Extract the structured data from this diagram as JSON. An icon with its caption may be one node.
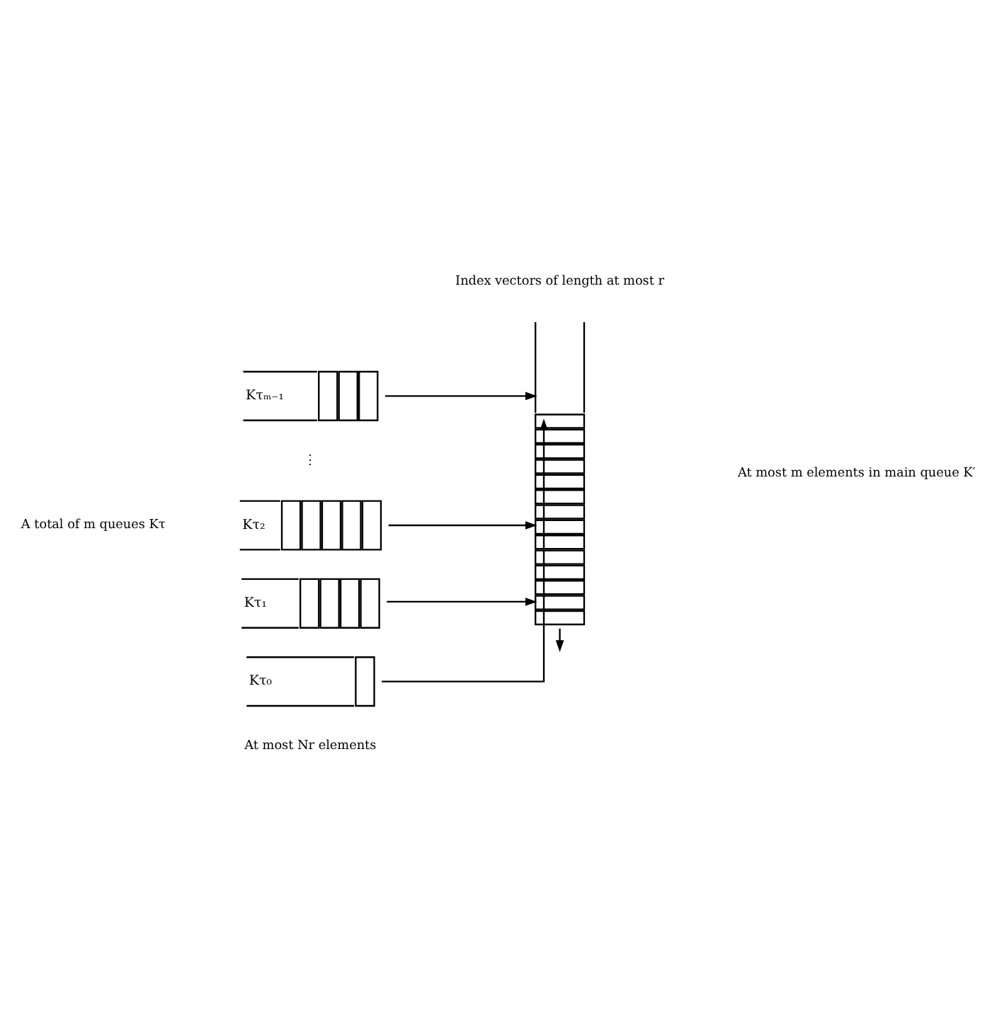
{
  "diagram": {
    "nodes": [
      {
        "text": [
          "Kτₘ₋₁"
        ]
      },
      {
        "text": [
          "Kτ₂"
        ]
      },
      {
        "text": [
          "Kτ₁"
        ]
      },
      {
        "text": [
          "Kτ₀"
        ]
      },
      {
        "text": [],
        "shape": "box"
      }
    ],
    "edges": [
      {
        "from": 0,
        "to": 4,
        "arrow": "to"
      },
      {
        "from": 1,
        "to": 4,
        "arrow": "to"
      },
      {
        "from": 2,
        "to": 4,
        "arrow": "to"
      },
      {
        "from": 3,
        "to": 4,
        "arrow": "to"
      },
      {
        "from": 4,
        "to": null,
        "arrow": "to"
      }
    ],
    "labels": [
      "Index vectors of length at most r",
      "A total of m queues Kτ",
      "⋮",
      "At most m elements in main queue K′",
      "At most Nr elements"
    ]
  }
}
